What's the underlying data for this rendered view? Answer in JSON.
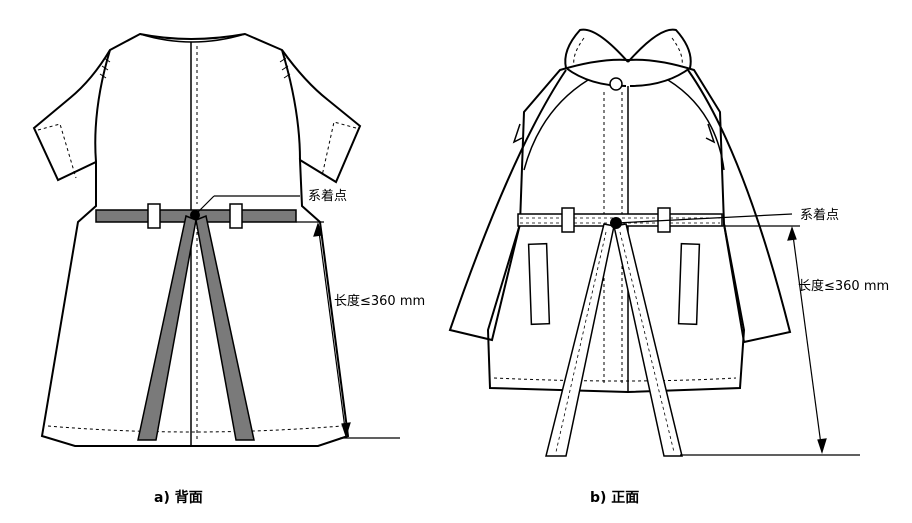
{
  "figures": [
    {
      "caption": "a)  背面",
      "attach_label": "系着点",
      "length_label": "长度≤360 mm"
    },
    {
      "caption": "b)  正面",
      "attach_label": "系着点",
      "length_label": "长度≤360 mm"
    }
  ],
  "colors": {
    "line": "#000000",
    "strap_fill_back": "#7a7a7a",
    "background": "#ffffff"
  }
}
